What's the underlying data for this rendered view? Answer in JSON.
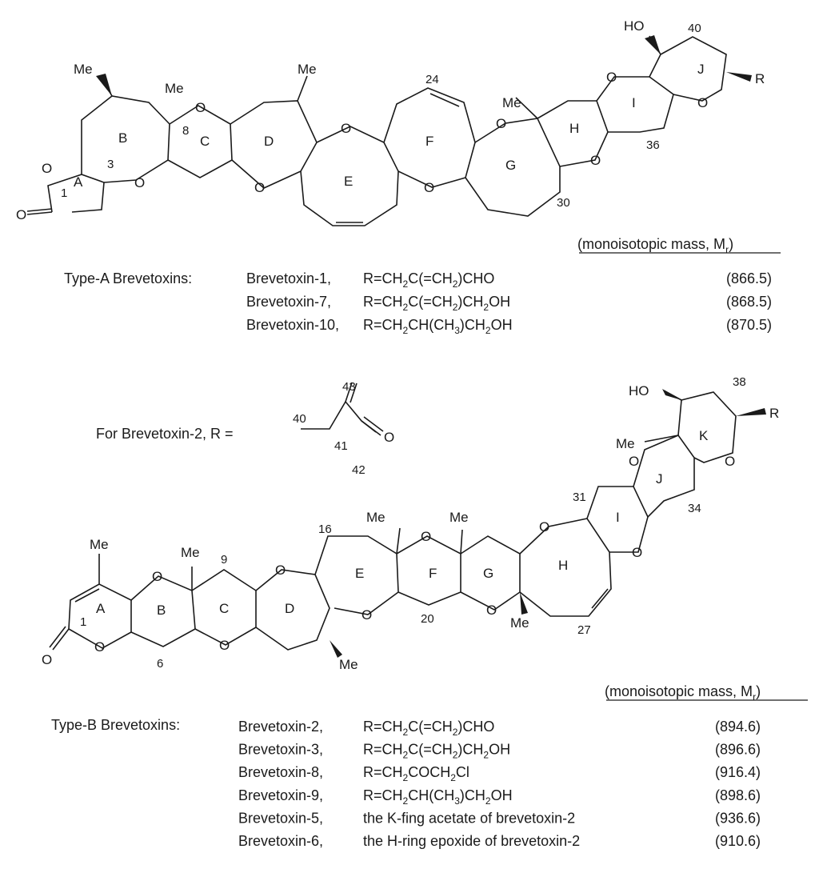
{
  "type_a": {
    "heading": "Type-A Brevetoxins:",
    "mass_header": "(monoisotopic mass, M",
    "mass_header_sub": "r",
    "mass_header_close": ")",
    "ring_labels": [
      "A",
      "B",
      "C",
      "D",
      "E",
      "F",
      "G",
      "H",
      "I",
      "J"
    ],
    "atoms": {
      "me": "Me",
      "o": "O",
      "ho": "HO",
      "r": "R"
    },
    "position_numbers": [
      "1",
      "3",
      "8",
      "24",
      "30",
      "36",
      "40"
    ],
    "toxins": [
      {
        "name": "Brevetoxin-1,",
        "r_group": "R=CH2C(=CH2)CHO",
        "mass": "(866.5)"
      },
      {
        "name": "Brevetoxin-7,",
        "r_group": "R=CH2C(=CH2)CH2OH",
        "mass": "(868.5)"
      },
      {
        "name": "Brevetoxin-10,",
        "r_group": "R=CH2CH(CH3)CH2OH",
        "mass": "(870.5)"
      }
    ]
  },
  "r_definition": {
    "label": "For Brevetoxin-2,  R =",
    "atom_numbers": [
      "40",
      "41",
      "42",
      "43"
    ],
    "oxygen": "O"
  },
  "type_b": {
    "heading": "Type-B Brevetoxins:",
    "mass_header": "(monoisotopic mass, M",
    "mass_header_sub": "r",
    "mass_header_close": ")",
    "ring_labels": [
      "A",
      "B",
      "C",
      "D",
      "E",
      "F",
      "G",
      "H",
      "I",
      "J",
      "K"
    ],
    "atoms": {
      "me": "Me",
      "o": "O",
      "ho": "HO",
      "r": "R"
    },
    "position_numbers": [
      "1",
      "6",
      "9",
      "16",
      "20",
      "27",
      "31",
      "34",
      "38"
    ],
    "toxins": [
      {
        "name": "Brevetoxin-2,",
        "r_group": "R=CH2C(=CH2)CHO",
        "mass": "(894.6)"
      },
      {
        "name": "Brevetoxin-3,",
        "r_group": "R=CH2C(=CH2)CH2OH",
        "mass": "(896.6)"
      },
      {
        "name": "Brevetoxin-8,",
        "r_group": "R=CH2COCH2Cl",
        "mass": "(916.4)"
      },
      {
        "name": "Brevetoxin-9,",
        "r_group": "R=CH2CH(CH3)CH2OH",
        "mass": "(898.6)"
      },
      {
        "name": "Brevetoxin-5,",
        "r_group": "the K-fing acetate of brevetoxin-2",
        "mass": "(936.6)"
      },
      {
        "name": "Brevetoxin-6,",
        "r_group": "the H-ring epoxide of brevetoxin-2",
        "mass": "(910.6)"
      }
    ]
  }
}
